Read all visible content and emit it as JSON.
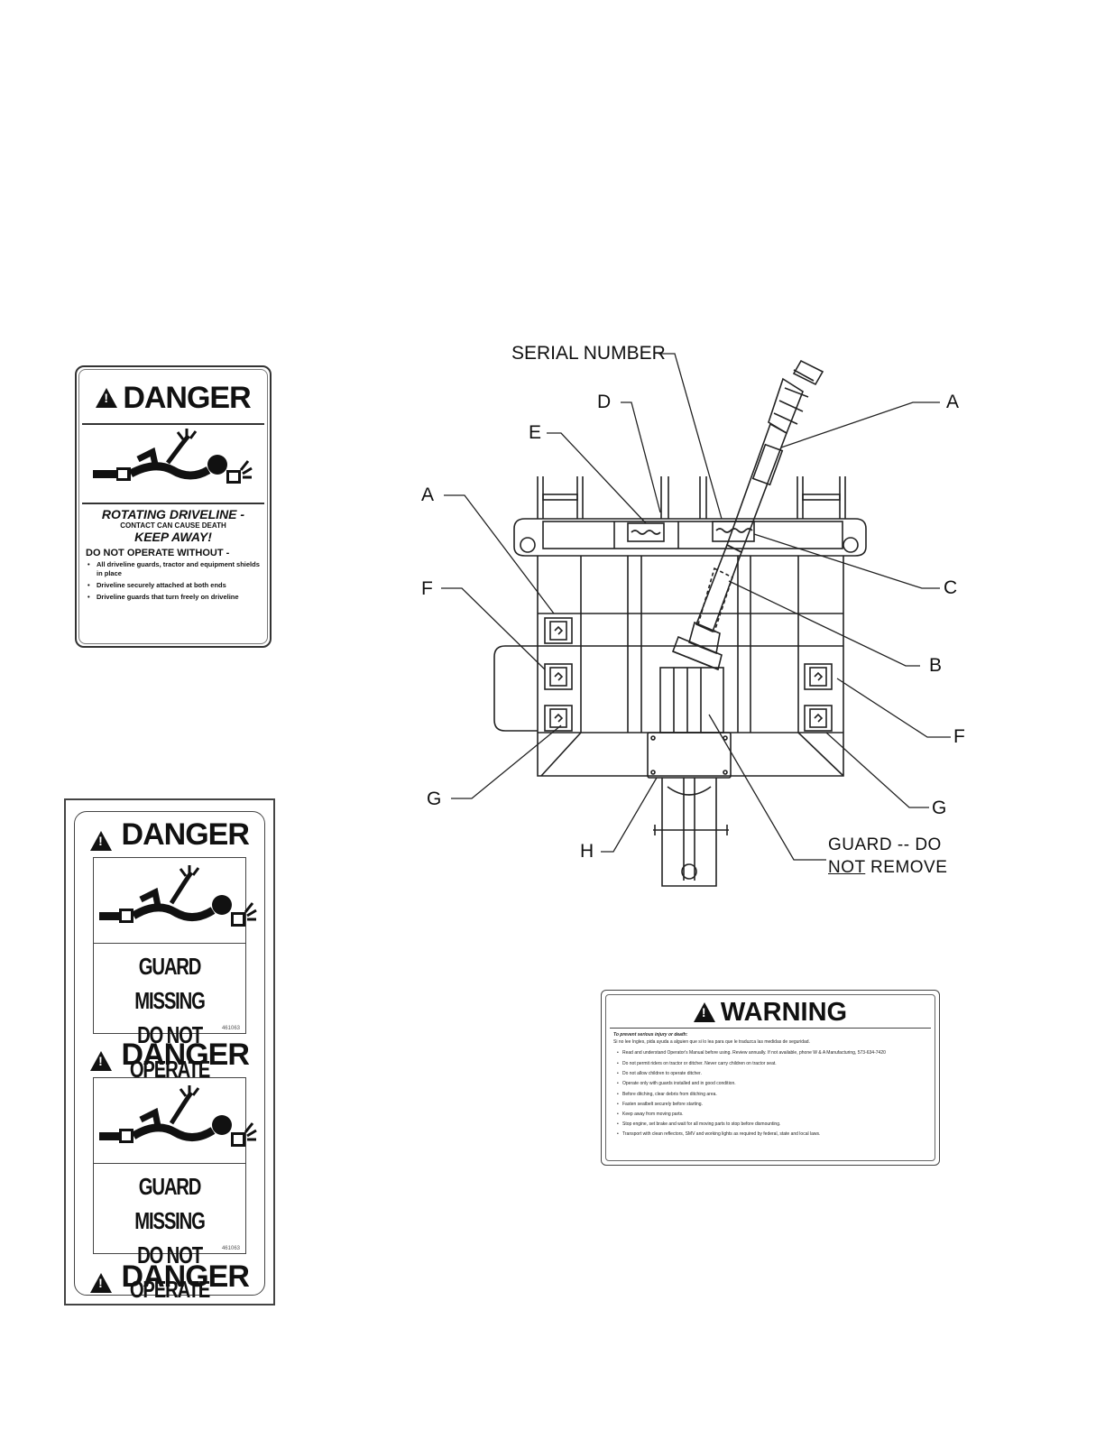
{
  "decal_rotating_driveline": {
    "signal_word": "DANGER",
    "headline": "ROTATING DRIVELINE -",
    "line2": "CONTACT CAN CAUSE DEATH",
    "line3": "KEEP AWAY!",
    "instruction": "DO NOT OPERATE WITHOUT -",
    "bullets": [
      "All driveline guards, tractor and equipment shields in place",
      "Driveline securely attached at both ends",
      "Driveline guards that turn freely on driveline"
    ]
  },
  "decal_guard_missing": {
    "signal_word": "DANGER",
    "message_line1": "GUARD MISSING",
    "message_line2": "DO NOT OPERATE",
    "part_number": "461063"
  },
  "decal_warning": {
    "signal_word": "WARNING",
    "lead": "To prevent serious injury or death:",
    "spanish": "Si no lee Ingles, pida ayuda a alguien que si lo lea para que le traduzca las medidas de seguridad.",
    "bullets": [
      "Read and understand Operator's Manual before using. Review annually. If not available, phone W & A Manufacturing, 573-634-7420",
      "Do not permit riders on tractor or ditcher. Never carry children on tractor seat.",
      "Do not allow children to operate ditcher.",
      "Operate only with guards installed and in good condition.",
      "Before ditching, clear debris from ditching area.",
      "Fasten seatbelt securely before starting.",
      "Keep away from moving parts.",
      "Stop engine, set brake and wait for all moving parts to stop before dismounting.",
      "Transport with clean reflectors, SMV and working lights as required by federal, state and local laws."
    ]
  },
  "diagram": {
    "serial_number": "SERIAL NUMBER",
    "labels": {
      "a_left": "A",
      "a_right": "A",
      "b": "B",
      "c": "C",
      "d": "D",
      "e": "E",
      "f_left": "F",
      "f_right": "F",
      "g_left": "G",
      "g_right": "G",
      "h": "H"
    },
    "guard_note_line1": "GUARD  --  DO",
    "guard_note_not": "NOT",
    "guard_note_rest": " REMOVE"
  }
}
